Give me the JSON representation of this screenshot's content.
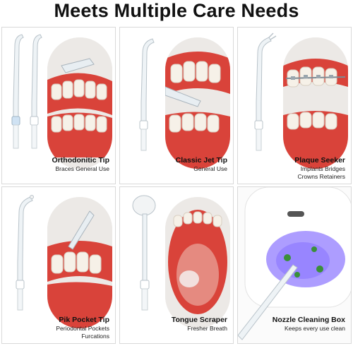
{
  "header": {
    "title": "Meets Multiple Care Needs"
  },
  "panels": [
    {
      "title": "Orthodonitic Tip",
      "lines": [
        "Braces General Use"
      ]
    },
    {
      "title": "Classic Jet Tip",
      "lines": [
        "General Use"
      ]
    },
    {
      "title": "Plaque Seeker",
      "lines": [
        "Implants Bridges",
        "Crowns Retainers"
      ]
    },
    {
      "title": "Pik Pocket Tip",
      "lines": [
        "Periodontal Pockets",
        "Furcations"
      ]
    },
    {
      "title": "Tongue Scraper",
      "lines": [
        "Fresher Breath"
      ]
    },
    {
      "title": "Nozzle Cleaning Box",
      "lines": [
        "Keeps every use clean"
      ]
    }
  ],
  "colors": {
    "gum": "#d9433a",
    "tooth": "#f6f1e8",
    "tube": "#e8eef2",
    "collar": "#ffffff",
    "blue_collar": "#cfe2f3",
    "uv_light": "#6a4cff"
  }
}
